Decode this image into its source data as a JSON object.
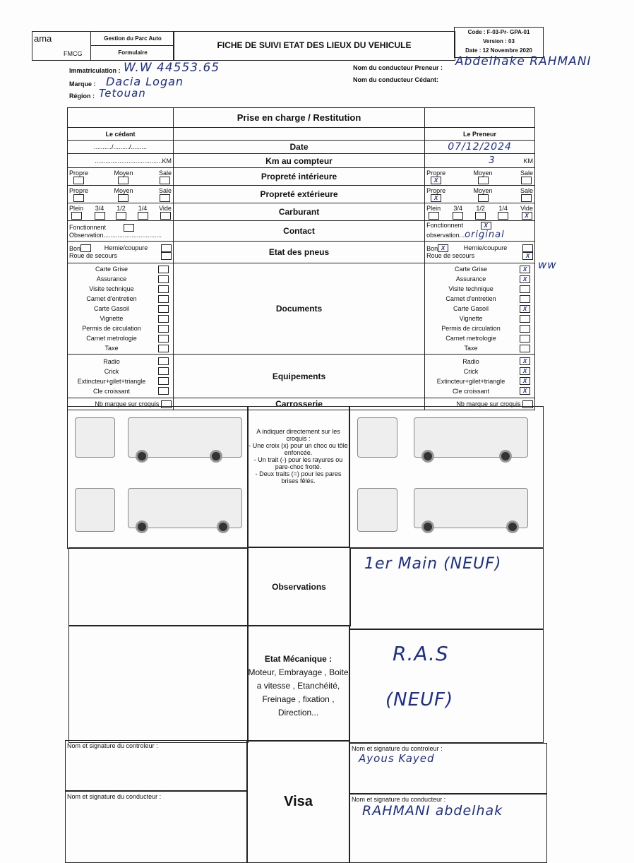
{
  "header": {
    "logo_text": "ama",
    "logo_sub": "FMCG",
    "dept": "Gestion du Parc Auto",
    "type": "Formulaire",
    "title": "FICHE DE SUIVI ETAT DES LIEUX DU VEHICULE",
    "code": "Code : F-03-Pr- GPA-01",
    "version": "Version : 03",
    "date": "Date : 12 Novembre 2020"
  },
  "info": {
    "immat_label": "Immatriculation :",
    "immat_value": "W.W 44553.65",
    "marque_label": "Marque :",
    "marque_value": "Dacia Logan",
    "region_label": "Région :",
    "region_value": "Tetouan",
    "preneur_label": "Nom du conducteur Preneur :",
    "preneur_value": "Abdelhake RAHMANI",
    "cedant_label": "Nom du conducteur Cédant:"
  },
  "table": {
    "title": "Prise en charge / Restitution",
    "left_head": "Le cédant",
    "right_head": "Le Preneur",
    "date_label": "Date",
    "date_left": "........../........./.........",
    "date_right": "07/12/2024",
    "km_label": "Km au compteur",
    "km_left": "......................................KM",
    "km_right": "3",
    "km_unit": "KM",
    "clean_opts": [
      "Propre",
      "Moyen",
      "Sale"
    ],
    "prop_int_label": "Propreté intérieure",
    "prop_int_right": "Propre",
    "prop_ext_label": "Propreté extérieure",
    "prop_ext_right": "Propre",
    "fuel_opts": [
      "Plein",
      "3/4",
      "1/2",
      "1/4",
      "Vide"
    ],
    "fuel_label": "Carburant",
    "fuel_right": "Vide",
    "contact_label": "Contact",
    "fonctionnent": "Fonctionnent",
    "observation_left": "Observation.................................",
    "observation_right_label": "observation...",
    "observation_right_value": "original",
    "tires_label": "Etat des pneus",
    "bon": "Bon",
    "hernie": "Hernie/coupure",
    "roue": "Roue de secours",
    "documents_label": "Documents",
    "documents": [
      {
        "name": "Carte Grise",
        "right": true
      },
      {
        "name": "Assurance",
        "right": true
      },
      {
        "name": "Visite technique",
        "right": false
      },
      {
        "name": "Carnet d'entretien",
        "right": false
      },
      {
        "name": "Carte Gasoil",
        "right": true
      },
      {
        "name": "Vignette",
        "right": false
      },
      {
        "name": "Permis de circulation",
        "right": false
      },
      {
        "name": "Carnet metrologie",
        "right": false
      },
      {
        "name": "Taxe",
        "right": false
      }
    ],
    "doc_note": "ww",
    "equip_label": "Equipements",
    "equipements": [
      {
        "name": "Radio",
        "right": true
      },
      {
        "name": "Crick",
        "right": true
      },
      {
        "name": "Extincteur+gilet+triangle",
        "right": true
      },
      {
        "name": "Cle croissant",
        "right": true
      }
    ],
    "carrosserie_label": "Carrosserie",
    "nb_marque": "Nb marque sur croquis",
    "instructions": "A indiquer directement sur les croquis :\n- Une croix (x) pour un choc ou tôle enfoncée.\n- Un trait (-) pour les rayures ou pare-choc frotté.\n- Deux traits (=) pour les pares brises fêlés.",
    "observations_label": "Observations",
    "observations_value": "1er Main (NEUF)",
    "meca_title": "Etat Mécanique :",
    "meca_items": "Moteur, Embrayage , Boite a vitesse , Etanchéité, Freinage , fixation , Direction...",
    "meca_value1": "R.A.S",
    "meca_value2": "(NEUF)",
    "ctrl_label": "Nom et signature du controleur :",
    "ctrl_value": "Ayous Kayed",
    "cond_label": "Nom et signature du conducteur :",
    "cond_value": "RAHMANI abdelhak",
    "visa": "Visa"
  },
  "check_mark": "X"
}
